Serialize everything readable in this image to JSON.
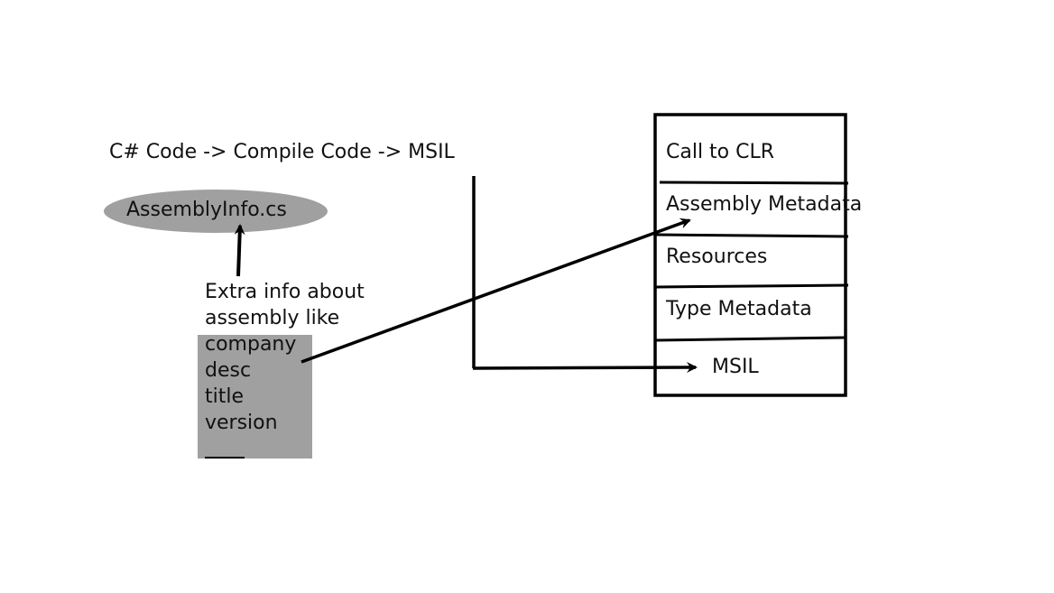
{
  "pipeline_text": "C# Code -> Compile Code -> MSIL",
  "assembly_info_file": "AssemblyInfo.cs",
  "extra_info": {
    "line1": "Extra info about",
    "line2": "assembly like",
    "items": [
      "company",
      "desc",
      "title",
      "version"
    ]
  },
  "assembly_sections": [
    "Call to CLR",
    "Assembly Metadata",
    "Resources",
    "Type Metadata",
    "MSIL"
  ],
  "colors": {
    "highlight_gray": "#a0a0a0",
    "stroke": "#000000",
    "background": "#ffffff"
  }
}
